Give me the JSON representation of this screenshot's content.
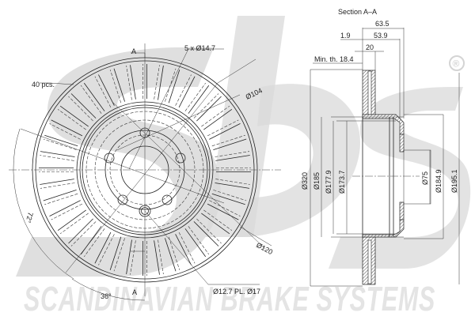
{
  "drawing": {
    "title": "Brake disc technical drawing",
    "watermark": {
      "brand_letters": "sbs",
      "registered_mark": "®",
      "tagline": "SCANDINAVIAN BRAKE SYSTEMS",
      "color": "#d9d9d9"
    },
    "front_view": {
      "section_marker_top": "A",
      "section_marker_bottom": "A",
      "vent_count_label": "40 pcs.",
      "bolt_holes_label": "5 x Ø14.7",
      "bolt_circle_label": "Ø104",
      "hub_diameter_label": "Ø120",
      "stud_hole_label": "Ø12.7 PL. Ø17",
      "angle_label_1": "72°",
      "angle_label_2": "36°"
    },
    "section_view": {
      "title": "Section A–A",
      "dim_overall_height": "63.5",
      "dim_hat_depth": "53.9",
      "dim_offset": "1.9",
      "dim_thickness": "20",
      "min_thickness": "Min. th. 18.4",
      "diameters_left": [
        "Ø320",
        "Ø185",
        "Ø177.9",
        "Ø173.7"
      ],
      "diameters_right": [
        "Ø75",
        "Ø184.9",
        "Ø195.1"
      ]
    }
  }
}
